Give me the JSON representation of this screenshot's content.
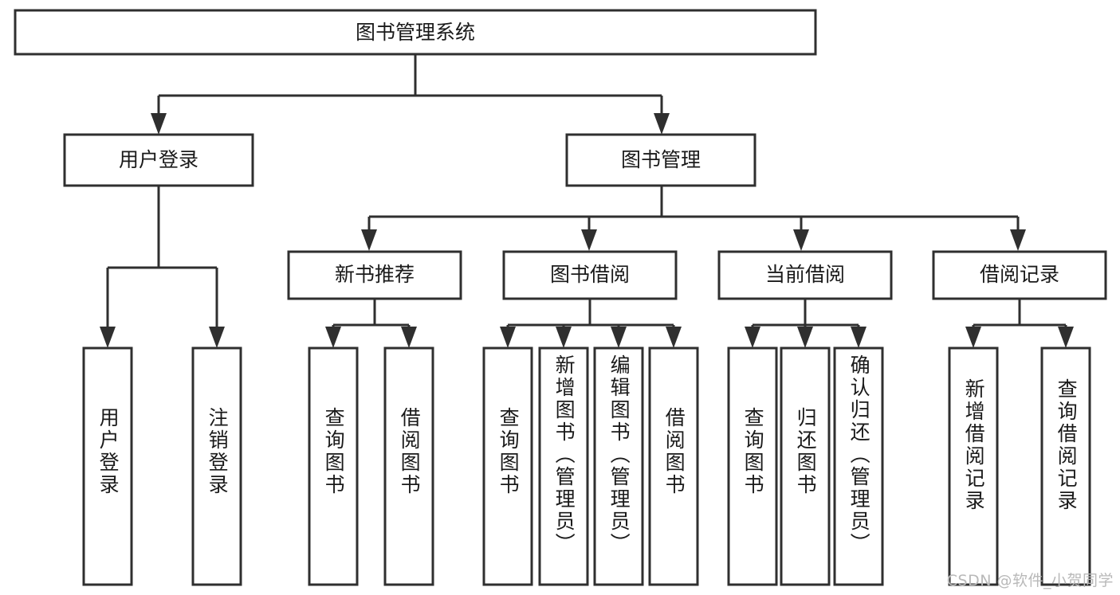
{
  "diagram": {
    "type": "tree",
    "title": "图书管理系统",
    "orientation": "top-down",
    "watermark": "CSDN @软件_小贺同学",
    "colors": {
      "box_stroke": "#2f2f2f",
      "box_fill": "#ffffff",
      "connector": "#2f2f2f",
      "text": "#1a1a1a",
      "watermark": "#b9b9b9",
      "background": "#ffffff"
    },
    "root": {
      "id": "root",
      "label": "图书管理系统"
    },
    "level2": [
      {
        "id": "user-login",
        "label": "用户登录"
      },
      {
        "id": "book-manage",
        "label": "图书管理"
      }
    ],
    "level3": [
      {
        "id": "new-book-rec",
        "label": "新书推荐",
        "parent": "book-manage"
      },
      {
        "id": "book-borrow",
        "label": "图书借阅",
        "parent": "book-manage"
      },
      {
        "id": "current-borrow",
        "label": "当前借阅",
        "parent": "book-manage"
      },
      {
        "id": "borrow-record",
        "label": "借阅记录",
        "parent": "book-manage"
      }
    ],
    "leaves": [
      {
        "id": "leaf-user-login",
        "label": "用户登录",
        "parent": "user-login"
      },
      {
        "id": "leaf-logout",
        "label": "注销登录",
        "parent": "user-login"
      },
      {
        "id": "leaf-query-book-1",
        "label": "查询图书",
        "parent": "new-book-rec"
      },
      {
        "id": "leaf-borrow-book-1",
        "label": "借阅图书",
        "parent": "new-book-rec"
      },
      {
        "id": "leaf-query-book-2",
        "label": "查询图书",
        "parent": "book-borrow"
      },
      {
        "id": "leaf-add-book",
        "label": "新增图书（管理员）",
        "parent": "book-borrow"
      },
      {
        "id": "leaf-edit-book",
        "label": "编辑图书（管理员）",
        "parent": "book-borrow"
      },
      {
        "id": "leaf-borrow-book-2",
        "label": "借阅图书",
        "parent": "book-borrow"
      },
      {
        "id": "leaf-query-book-3",
        "label": "查询图书",
        "parent": "current-borrow"
      },
      {
        "id": "leaf-return-book",
        "label": "归还图书",
        "parent": "current-borrow"
      },
      {
        "id": "leaf-confirm-return",
        "label": "确认归还（管理员）",
        "parent": "current-borrow"
      },
      {
        "id": "leaf-add-record",
        "label": "新增借阅记录",
        "parent": "borrow-record"
      },
      {
        "id": "leaf-query-record",
        "label": "查询借阅记录",
        "parent": "borrow-record"
      }
    ]
  }
}
